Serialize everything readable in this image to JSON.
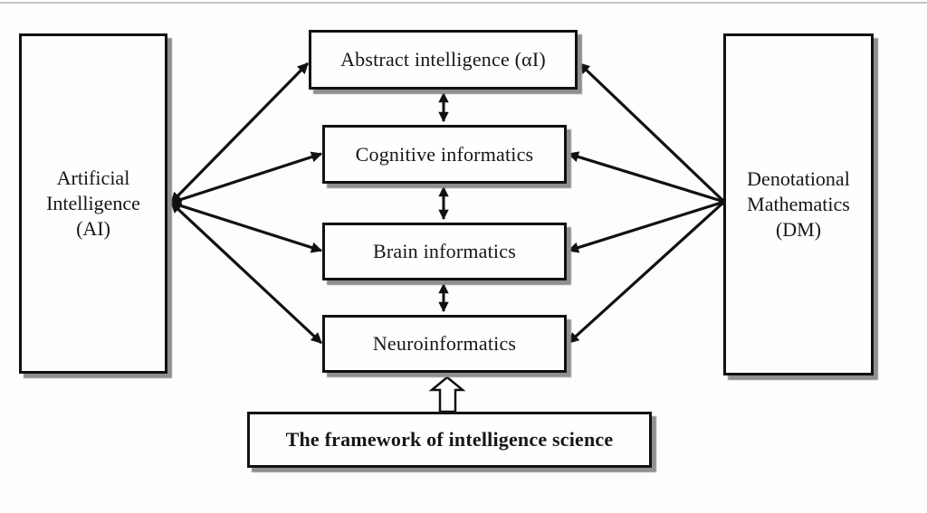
{
  "diagram": {
    "title": "The framework of intelligence science",
    "nodes": {
      "artificial_intelligence": {
        "lines": [
          "Artificial",
          "Intelligence",
          "(AI)"
        ]
      },
      "denotational_mathematics": {
        "lines": [
          "Denotational",
          "Mathematics",
          "(DM)"
        ]
      },
      "abstract_intelligence": {
        "label": "Abstract intelligence (αI)"
      },
      "cognitive_informatics": {
        "label": "Cognitive informatics"
      },
      "brain_informatics": {
        "label": "Brain informatics"
      },
      "neuroinformatics": {
        "label": "Neuroinformatics"
      },
      "framework": {
        "label": "The framework of intelligence science"
      }
    },
    "connections": [
      {
        "from": "artificial_intelligence",
        "to": "abstract_intelligence",
        "style": "double-arrow"
      },
      {
        "from": "artificial_intelligence",
        "to": "cognitive_informatics",
        "style": "double-arrow"
      },
      {
        "from": "artificial_intelligence",
        "to": "brain_informatics",
        "style": "double-arrow"
      },
      {
        "from": "artificial_intelligence",
        "to": "neuroinformatics",
        "style": "double-arrow"
      },
      {
        "from": "denotational_mathematics",
        "to": "abstract_intelligence",
        "style": "arrow"
      },
      {
        "from": "denotational_mathematics",
        "to": "cognitive_informatics",
        "style": "arrow"
      },
      {
        "from": "denotational_mathematics",
        "to": "brain_informatics",
        "style": "arrow"
      },
      {
        "from": "denotational_mathematics",
        "to": "neuroinformatics",
        "style": "arrow"
      },
      {
        "from": "abstract_intelligence",
        "to": "cognitive_informatics",
        "style": "double-arrow"
      },
      {
        "from": "cognitive_informatics",
        "to": "brain_informatics",
        "style": "double-arrow"
      },
      {
        "from": "brain_informatics",
        "to": "neuroinformatics",
        "style": "double-arrow"
      },
      {
        "from": "framework",
        "to": "neuroinformatics",
        "style": "hollow-up-arrow"
      }
    ],
    "colors": {
      "background": "#fdfdfd",
      "box_border": "#111111",
      "box_fill": "#fefefe",
      "shadow": "#8f8f8f",
      "arrow": "#111111",
      "text": "#16161a",
      "top_line": "#c4c4c4"
    }
  }
}
